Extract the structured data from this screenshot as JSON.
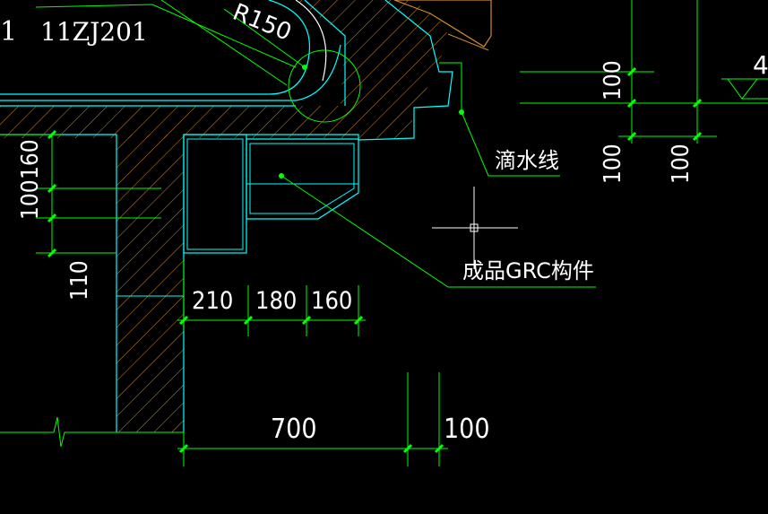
{
  "colors": {
    "background": "#000000",
    "concrete_outline": "#00ffff",
    "hatch": "#ffa500",
    "dimension": "#00ff00",
    "leader": "#00ff00",
    "detail_circle": "#00ff00",
    "text": "#ffffff",
    "crosshair": "#ffffff"
  },
  "labels": {
    "ref_partial": "1",
    "ref_standard": "11ZJ201",
    "radius": "R150",
    "drip_line": "滴水线",
    "grc_component": "成品GRC构件",
    "level_mark_partial": "4"
  },
  "dimensions": {
    "left_vertical": [
      "160",
      "100",
      "110"
    ],
    "bottom_row_small": [
      "210",
      "180",
      "160"
    ],
    "bottom_row_large": [
      "700",
      "100"
    ],
    "right_vertical": [
      "100",
      "100",
      "100"
    ]
  },
  "icons": {
    "crosshair": "crosshair-icon",
    "elevation": "elevation-triangle-icon",
    "break": "break-line-icon"
  }
}
